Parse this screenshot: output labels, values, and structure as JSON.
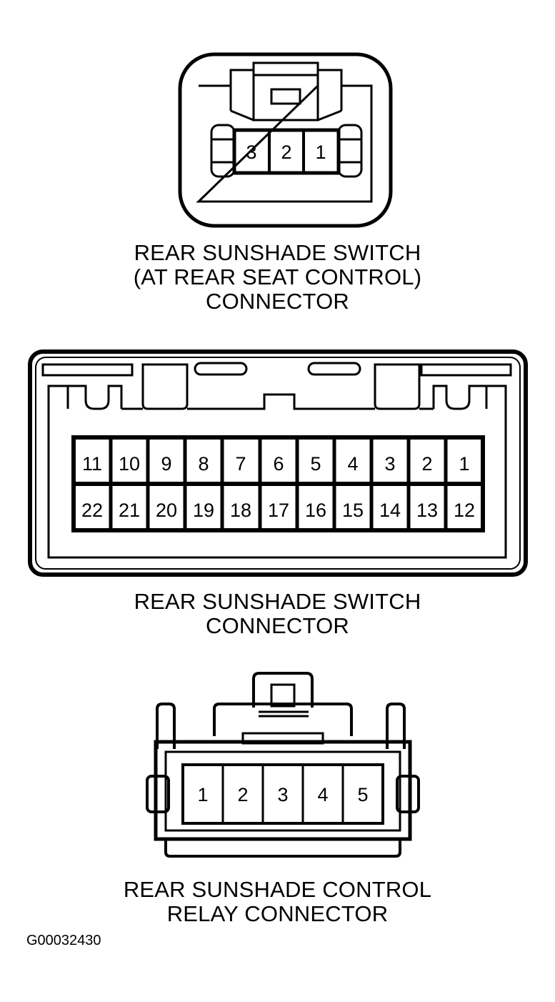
{
  "connectors": [
    {
      "id": "rear-seat-control",
      "caption": [
        "REAR SUNSHADE SWITCH",
        "(AT REAR SEAT CONTROL)",
        "CONNECTOR"
      ],
      "pins": [
        "3",
        "2",
        "1"
      ]
    },
    {
      "id": "switch",
      "caption": [
        "REAR SUNSHADE SWITCH",
        "CONNECTOR"
      ],
      "pins_top": [
        "11",
        "10",
        "9",
        "8",
        "7",
        "6",
        "5",
        "4",
        "3",
        "2",
        "1"
      ],
      "pins_bottom": [
        "22",
        "21",
        "20",
        "19",
        "18",
        "17",
        "16",
        "15",
        "14",
        "13",
        "12"
      ]
    },
    {
      "id": "control-relay",
      "caption": [
        "REAR SUNSHADE CONTROL",
        "RELAY CONNECTOR"
      ],
      "pins": [
        "1",
        "2",
        "3",
        "4",
        "5"
      ]
    }
  ],
  "figure_id": "G00032430"
}
